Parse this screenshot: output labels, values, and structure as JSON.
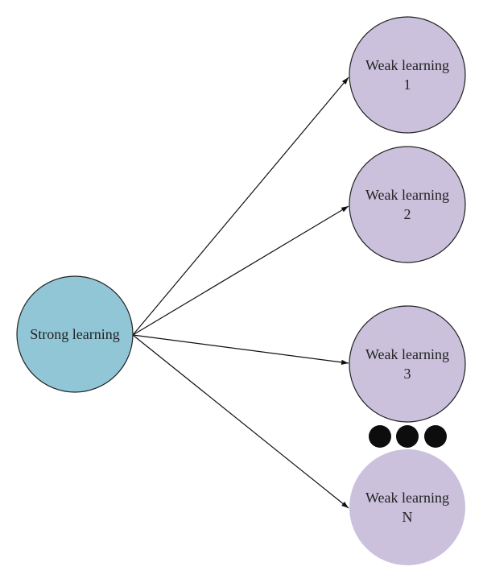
{
  "colors": {
    "strong_fill": "#91c6d6",
    "weak_fill": "#cbc1dc",
    "stroke": "#222222",
    "edge": "#111111",
    "ellipsis": "#0d0d0d"
  },
  "strong_node": {
    "label": "Strong learning"
  },
  "weak_nodes": [
    {
      "line1": "Weak learning",
      "line2": "1",
      "outlined": true
    },
    {
      "line1": "Weak learning",
      "line2": "2",
      "outlined": true
    },
    {
      "line1": "Weak learning",
      "line2": "3",
      "outlined": true
    },
    {
      "line1": "Weak learning",
      "line2": "N",
      "outlined": false
    }
  ],
  "edges": [
    {
      "from": "strong",
      "to": "weak-1"
    },
    {
      "from": "strong",
      "to": "weak-2"
    },
    {
      "from": "strong",
      "to": "weak-3"
    },
    {
      "from": "strong",
      "to": "weak-N"
    }
  ]
}
